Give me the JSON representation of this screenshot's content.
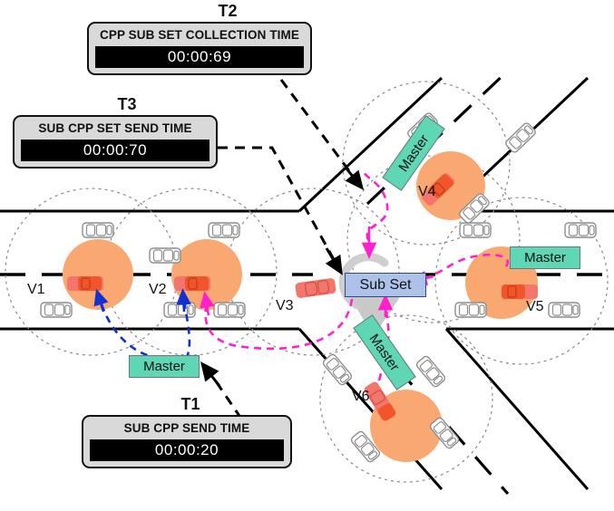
{
  "diagram": {
    "title_tags": [
      {
        "id": "T1",
        "label": "T1"
      },
      {
        "id": "T2",
        "label": "T2"
      },
      {
        "id": "T3",
        "label": "T3"
      }
    ],
    "timers": [
      {
        "tag": "T1",
        "title": "SUB CPP SEND TIME",
        "value": "00:00:20"
      },
      {
        "tag": "T2",
        "title": "CPP SUB SET COLLECTION  TIME",
        "value": "00:00:69"
      },
      {
        "tag": "T3",
        "title": "SUB CPP SET SEND TIME",
        "value": "00:00:70"
      }
    ],
    "nodes": {
      "sub_set_label": "Sub Set",
      "master_label": "Master"
    },
    "masters": [
      {
        "id": "master-left",
        "label": "Master"
      },
      {
        "id": "master-v4",
        "label": "Master"
      },
      {
        "id": "master-v5",
        "label": "Master"
      },
      {
        "id": "master-v6",
        "label": "Master"
      }
    ],
    "vehicles": [
      {
        "id": "V1",
        "label": "V1",
        "highlighted": true,
        "color": "#f2552b"
      },
      {
        "id": "V2",
        "label": "V2",
        "highlighted": true,
        "color": "#f2552b"
      },
      {
        "id": "V3",
        "label": "V3",
        "highlighted": false,
        "color": "#f4756b"
      },
      {
        "id": "V4",
        "label": "V4",
        "highlighted": true,
        "color": "#f2552b"
      },
      {
        "id": "V5",
        "label": "V5",
        "highlighted": true,
        "color": "#f2552b"
      },
      {
        "id": "V6",
        "label": "V6",
        "highlighted": false,
        "color": "#f4756b"
      }
    ],
    "colors": {
      "halo": "#f9a871",
      "master_fill": "#5fd6b4",
      "subset_fill": "#aec1e8",
      "subset_border": "#2d4a86",
      "arrow_magenta": "#ff22cc",
      "arrow_blue": "#1430d0",
      "arrow_black": "#000000",
      "panel_fill": "#d9d9d9",
      "road": "#000000",
      "coverage_circle": "#777777"
    }
  }
}
